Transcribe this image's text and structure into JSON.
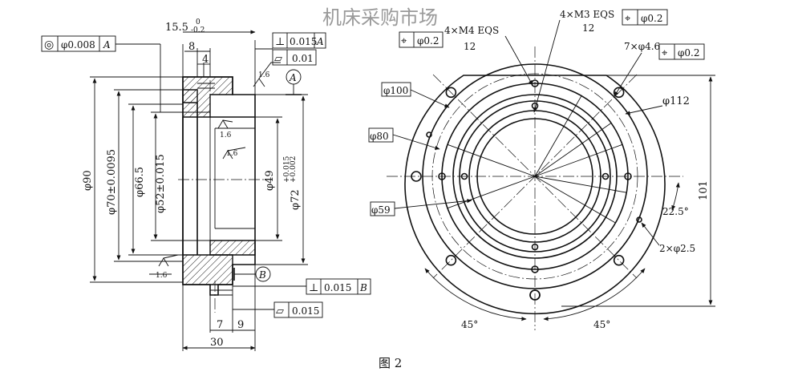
{
  "watermark": "机床采购市场",
  "figure_caption": "图 2",
  "section_view": {
    "datum_a": "A",
    "datum_b": "B",
    "top_dim": "15.5",
    "top_dim_tol_upper": "0",
    "top_dim_tol_lower": "-0.2",
    "dim_8": "8",
    "dim_4": "4",
    "dim_7": "7",
    "dim_9": "9",
    "dim_30": "30",
    "dia_90": "φ90",
    "dia_70": "φ70±0.0095",
    "dia_66_5": "φ66.5",
    "dia_52": "φ52±0.015",
    "dia_49": "φ49",
    "dia_72": "φ72",
    "dia_72_tol_upper": "+0.015",
    "dia_72_tol_lower": "+0.002",
    "rough_1_6": "1.6",
    "fcf_concentricity": {
      "symbol": "◎",
      "value": "φ0.008",
      "datum": "A"
    },
    "fcf_perp_top": {
      "symbol": "⊥",
      "value": "0.015",
      "datum": "A"
    },
    "fcf_flat_top": {
      "symbol": "▱",
      "value": "0.01"
    },
    "fcf_perp_bottom": {
      "symbol": "⊥",
      "value": "0.015",
      "datum": "B"
    },
    "fcf_flat_bottom": {
      "symbol": "▱",
      "value": "0.015"
    }
  },
  "front_view": {
    "m3_holes": "4×M3 EQS",
    "m3_depth": "12",
    "m3_pos": {
      "symbol": "⌖",
      "value": "φ0.2"
    },
    "m4_holes": "4×M4 EQS",
    "m4_depth": "12",
    "m4_pos": {
      "symbol": "⌖",
      "value": "φ0.2"
    },
    "holes_4_6": "7×φ4.6",
    "holes_4_6_pos": {
      "symbol": "⌖",
      "value": "φ0.2"
    },
    "dia_100": "φ100",
    "dia_112": "φ112",
    "dia_80": "φ80",
    "dia_59": "φ59",
    "dim_101": "101",
    "angle_22_5": "22.5°",
    "holes_2_5": "2×φ2.5",
    "angle_45_left": "45°",
    "angle_45_right": "45°"
  }
}
